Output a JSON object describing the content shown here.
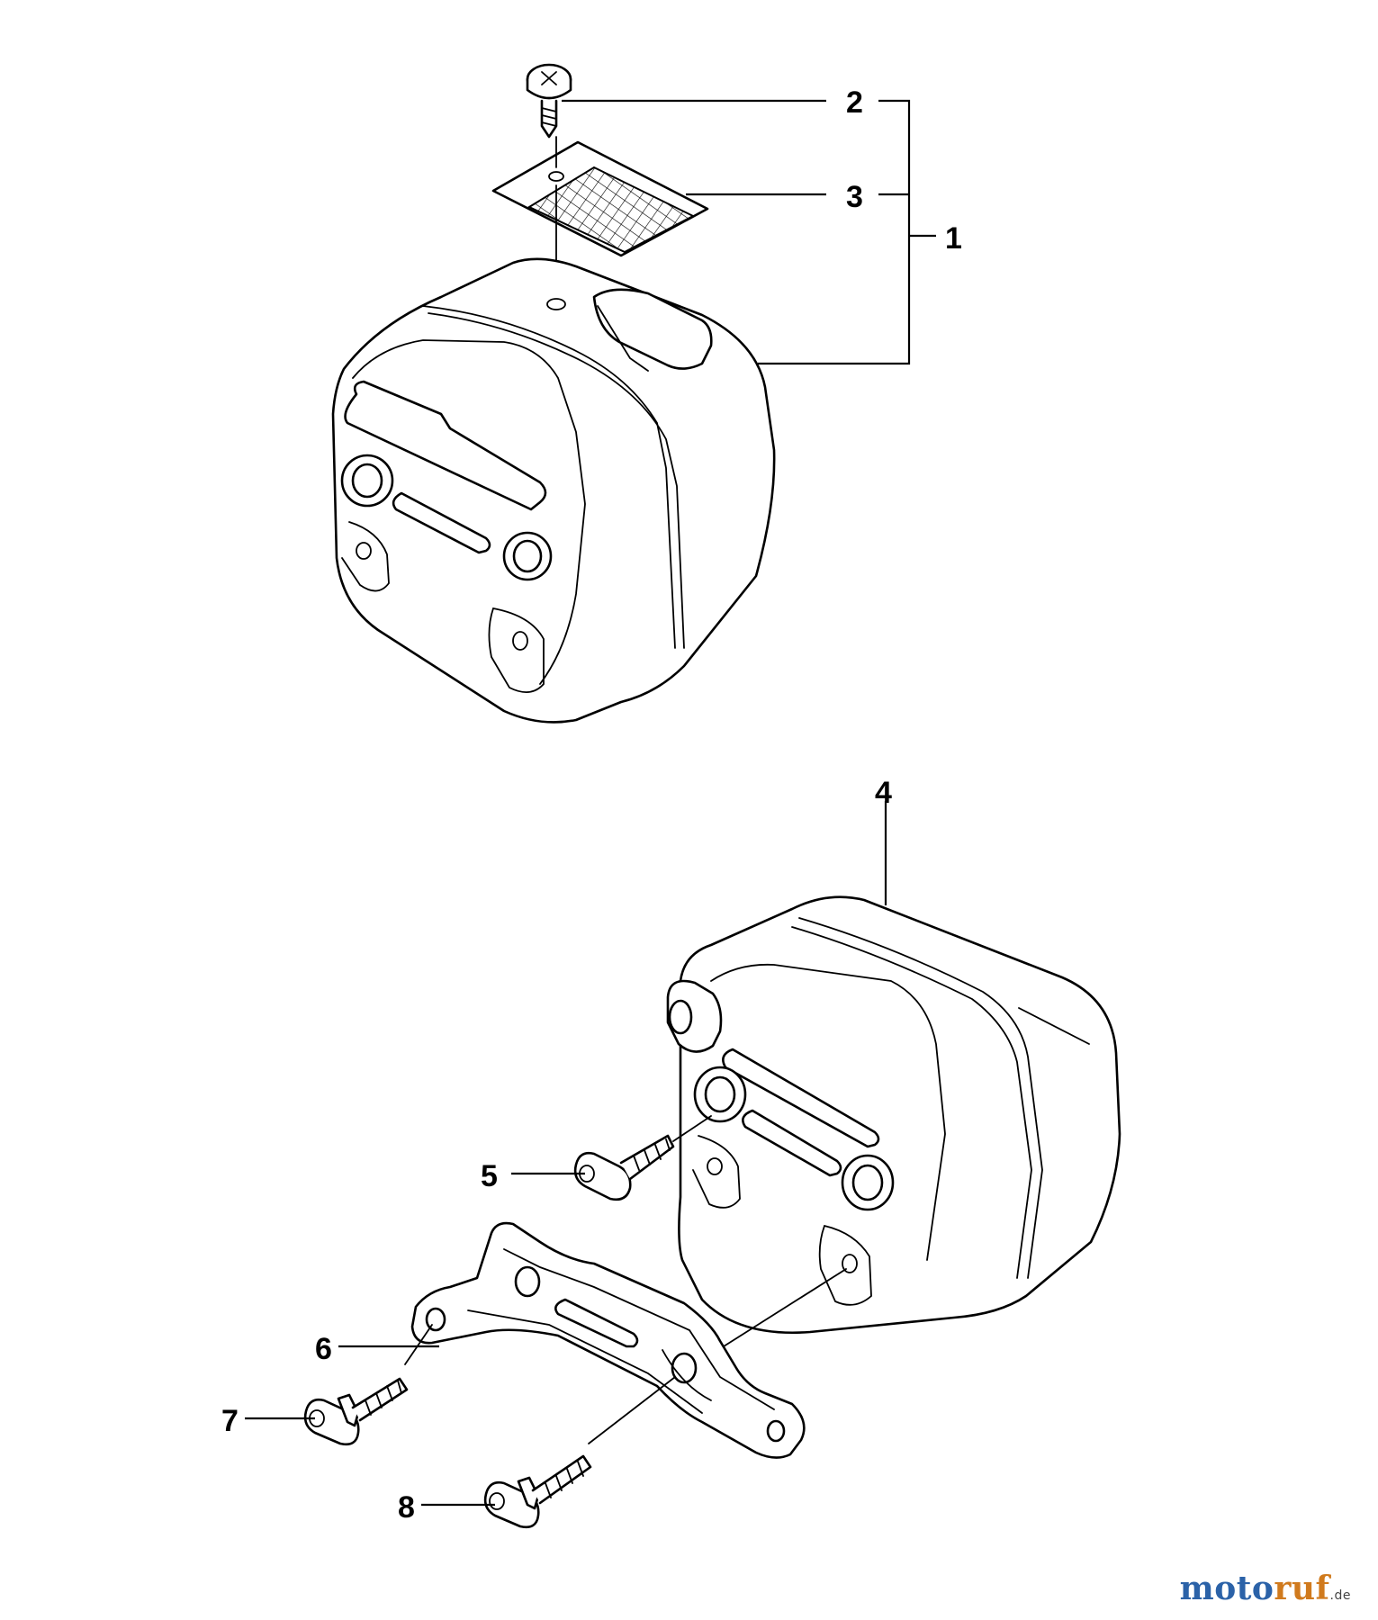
{
  "callouts": {
    "c1": "1",
    "c2": "2",
    "c3": "3",
    "c4": "4",
    "c5": "5",
    "c6": "6",
    "c7": "7",
    "c8": "8"
  },
  "watermark": {
    "part1": "moto",
    "part2": "ruf",
    "tld": ".de"
  },
  "colors": {
    "ink": "#000000",
    "watermark_blue": "#2b62a8",
    "watermark_orange": "#d07a1d"
  }
}
